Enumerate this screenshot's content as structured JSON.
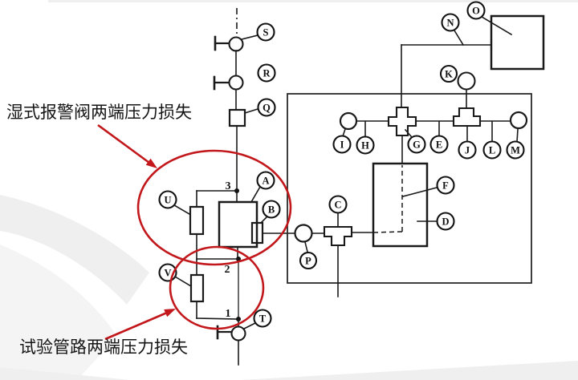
{
  "annotations": {
    "wet_alarm_valve_loss": "湿式报警阀两端压力损失",
    "test_line_loss": "试验管路两端压力损失"
  },
  "node_numbers": {
    "n1": "1",
    "n2": "2",
    "n3": "3"
  },
  "component_labels": {
    "A": "A",
    "B": "B",
    "C": "C",
    "D": "D",
    "E": "E",
    "F": "F",
    "G": "G",
    "H": "H",
    "I": "I",
    "J": "J",
    "K": "K",
    "L": "L",
    "M": "M",
    "N": "N",
    "O": "O",
    "P": "P",
    "Q": "Q",
    "R": "R",
    "S": "S",
    "T": "T",
    "U": "U",
    "V": "V"
  },
  "colors": {
    "ink": "#1a1a1a",
    "annotation_red": "#c2181c",
    "background": "#ffffff",
    "watermark_gray": "#efefef"
  }
}
